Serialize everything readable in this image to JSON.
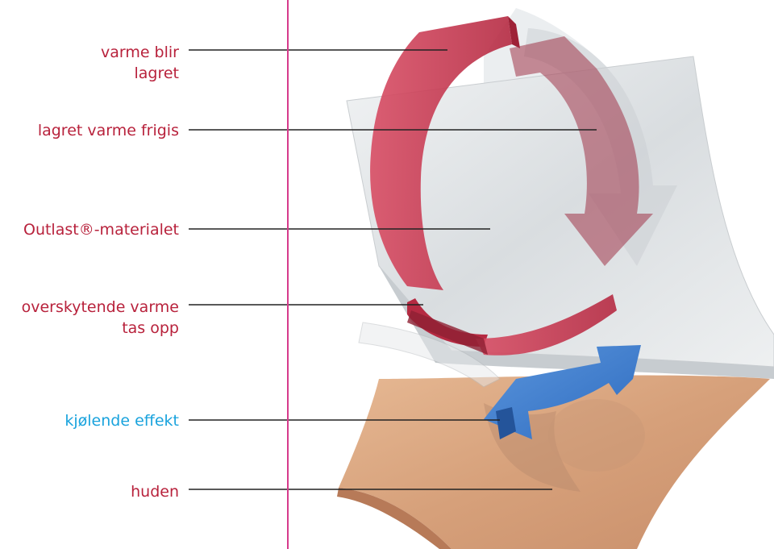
{
  "labels": {
    "heat_stored_line1": "varme blir",
    "heat_stored_line2": "lagret",
    "heat_released": "lagret varme frigis",
    "material": "Outlast®-materialet",
    "excess_heat_line1": "overskytende varme",
    "excess_heat_line2": "tas opp",
    "cooling": "kjølende effekt",
    "skin": "huden"
  },
  "colors": {
    "label_red": "#b8223c",
    "label_blue": "#1aa3dd",
    "rule": "#d63b8c",
    "arrow_red": "#c8374f",
    "arrow_blue": "#3f7fcf",
    "skin": "#d9a57e",
    "fabric": "#dfe3e6"
  }
}
